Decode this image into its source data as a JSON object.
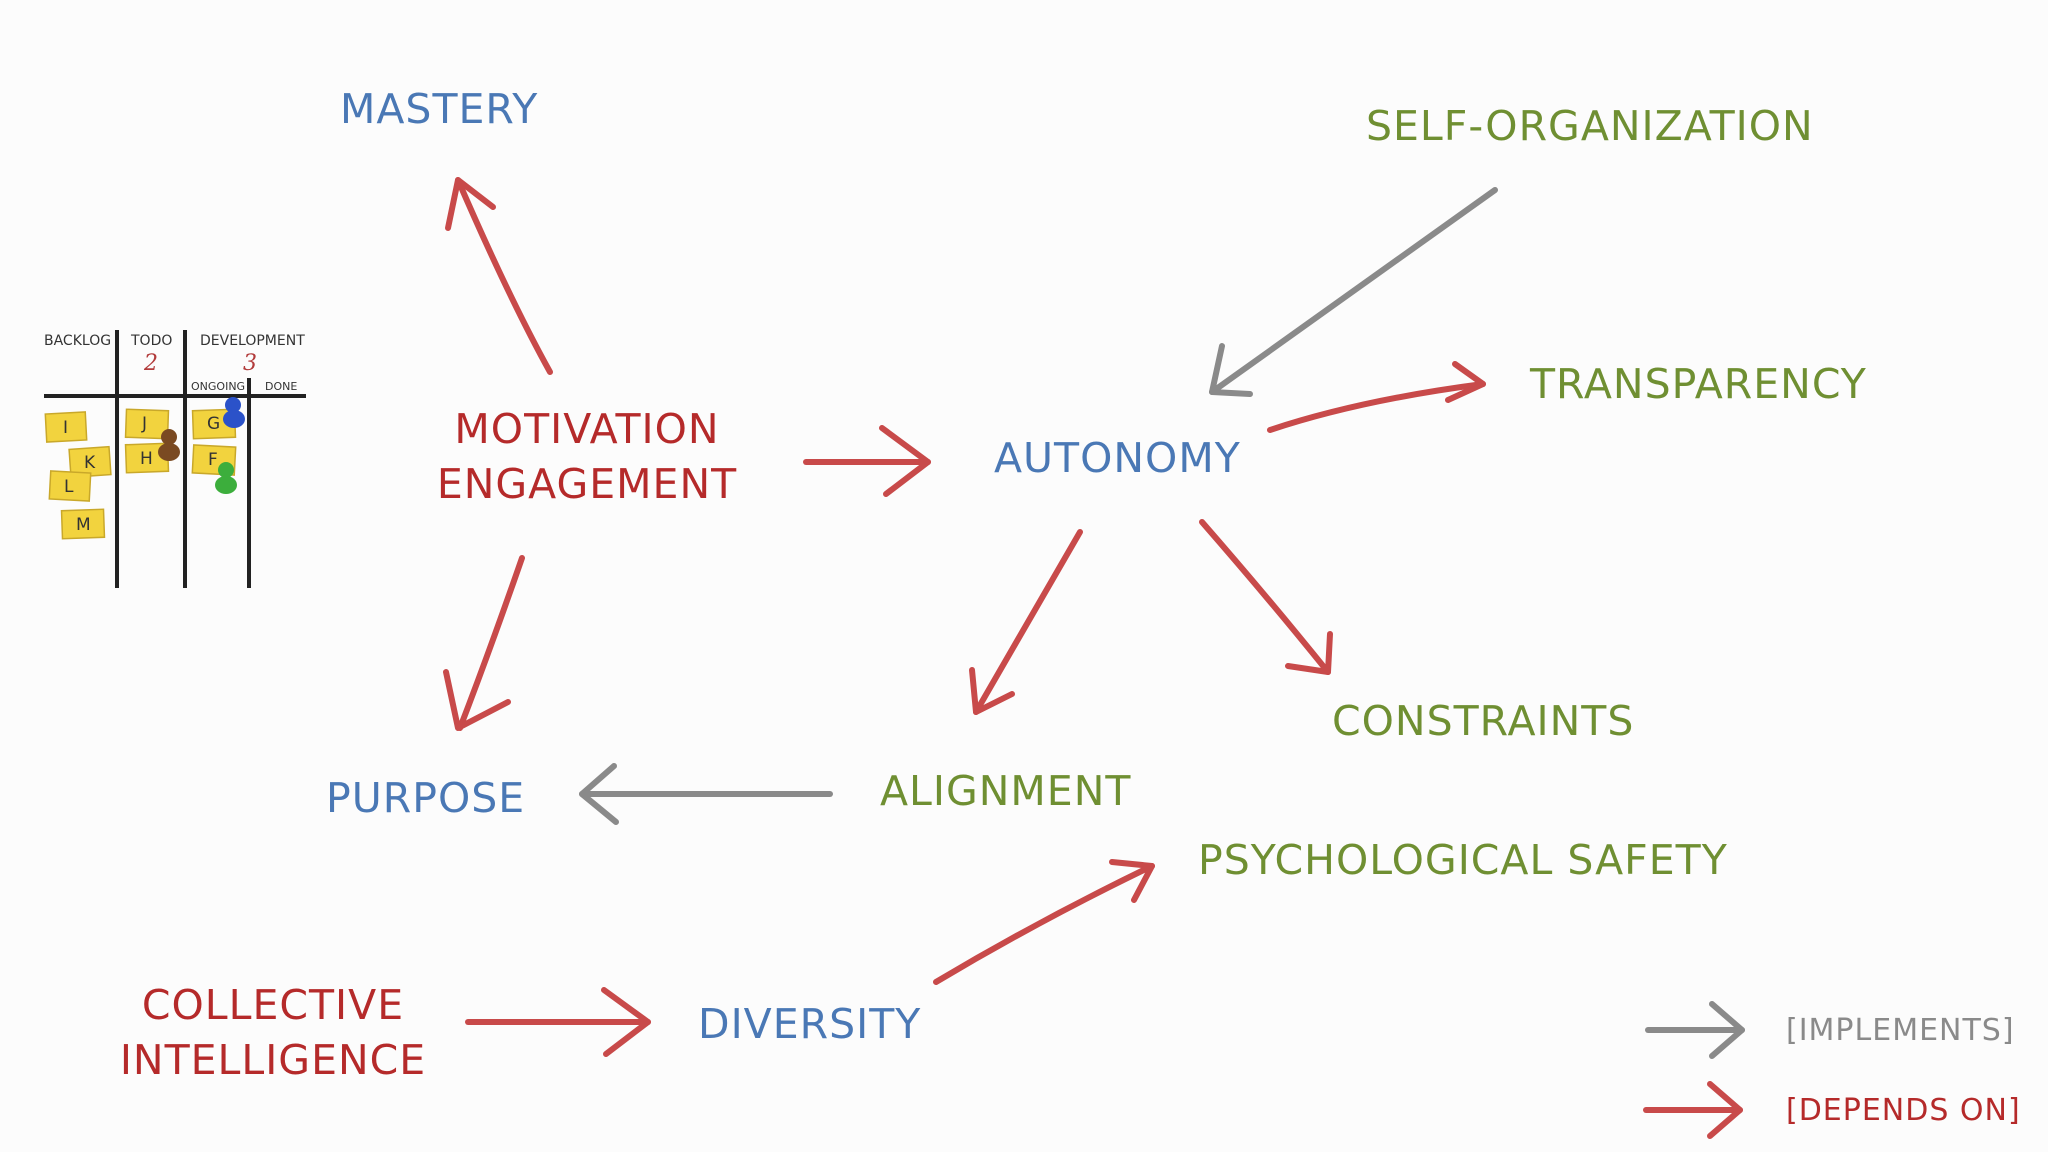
{
  "colors": {
    "blue": "#4a78b5",
    "green": "#6f8f32",
    "red": "#b52a2a",
    "red_arrow": "#c84a4a",
    "gray_arrow": "#8a8a8a",
    "note": "#f2d33e"
  },
  "board": {
    "columns": [
      "BACKLOG",
      "TODO",
      "DEVELOPMENT"
    ],
    "subcolumns": [
      "ONGOING",
      "DONE"
    ],
    "wip_limits": {
      "todo": "2",
      "development": "3"
    },
    "notes": [
      "I",
      "K",
      "L",
      "M",
      "J",
      "H",
      "G",
      "F"
    ]
  },
  "nodes": {
    "mastery": "MASTERY",
    "motivation_line1": "MOTIVATION",
    "motivation_line2": "ENGAGEMENT",
    "purpose": "PURPOSE",
    "autonomy": "AUTONOMY",
    "self_organization": "SELF-ORGANIZATION",
    "transparency": "TRANSPARENCY",
    "constraints": "CONSTRAINTS",
    "alignment": "ALIGNMENT",
    "psychological_safety": "PSYCHOLOGICAL SAFETY",
    "collective_line1": "COLLECTIVE",
    "collective_line2": "INTELLIGENCE",
    "diversity": "DIVERSITY"
  },
  "legend": {
    "implements": "[IMPLEMENTS]",
    "depends_on": "[DEPENDS ON]"
  }
}
